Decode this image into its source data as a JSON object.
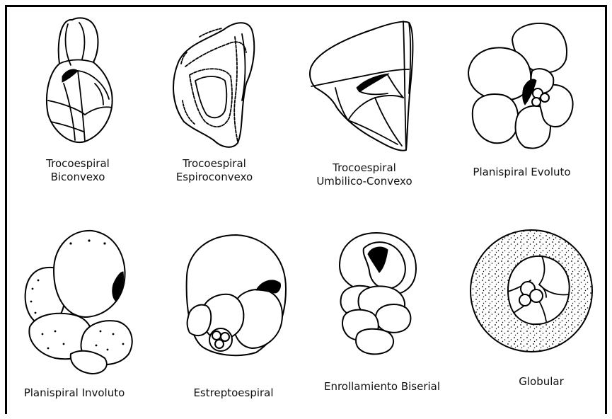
{
  "figures": [
    {
      "line1": "Trocoespiral",
      "line2": "Biconvexo"
    },
    {
      "line1": "Trocoespiral",
      "line2": "Espiroconvexo"
    },
    {
      "line1": "Trocoespiral",
      "line2": "Umbilico-Convexo"
    },
    {
      "line1": "Planispiral Evoluto",
      "line2": ""
    },
    {
      "line1": "Planispiral Involuto",
      "line2": ""
    },
    {
      "line1": "Estreptoespiral",
      "line2": ""
    },
    {
      "line1": "Enrollamiento Biserial",
      "line2": ""
    },
    {
      "line1": "Globular",
      "line2": ""
    }
  ]
}
